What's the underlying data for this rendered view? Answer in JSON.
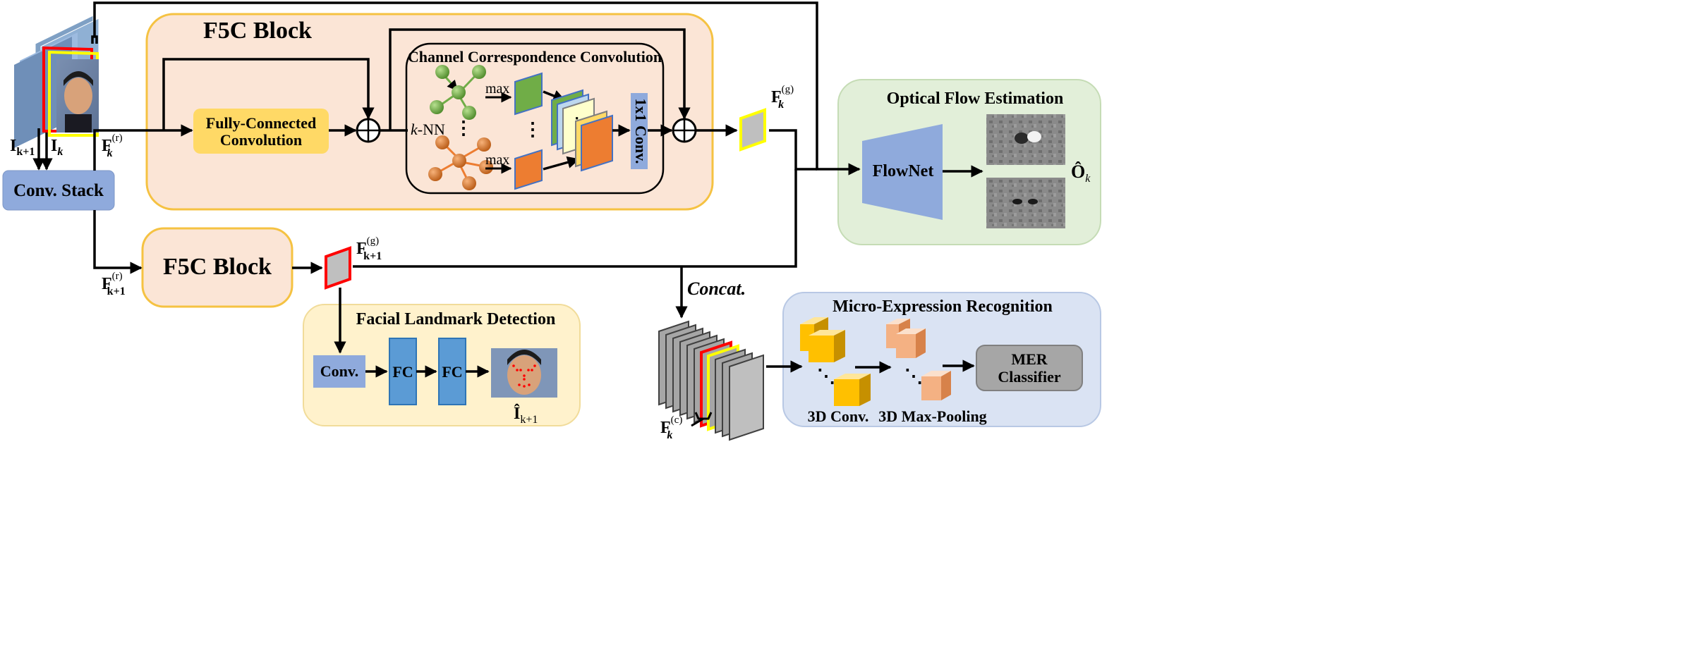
{
  "labels": {
    "f5c_top": "F5C Block",
    "f5c_bottom": "F5C Block",
    "fc_conv_line1": "Fully-Connected",
    "fc_conv_line2": "Convolution",
    "ccc_title": "Channel Correspondence Convolution",
    "max_top": "max",
    "max_bottom": "max",
    "knn": "-NN",
    "knn_k": "k",
    "conv1x1": "1x1 Conv.",
    "conv_stack": "Conv. Stack",
    "i_k1": "I",
    "i_k1_sub": "k+1",
    "i_k": "I",
    "i_k_sub": "k",
    "f_r": "F",
    "f_r_sub": "k",
    "f_r_sup": "(r)",
    "f_r1": "F",
    "f_r1_sub": "k+1",
    "f_r1_sup": "(r)",
    "f_g": "F",
    "f_g_sub": "k",
    "f_g_sup": "(g)",
    "f_g1": "F",
    "f_g1_sub": "k+1",
    "f_g1_sup": "(g)",
    "f_c": "F",
    "f_c_sub": "k",
    "f_c_sup": "(c)",
    "ofe_title": "Optical Flow Estimation",
    "flownet": "FlowNet",
    "o_hat": "Ô",
    "o_hat_sub": "k",
    "fld_title": "Facial Landmark Detection",
    "conv": "Conv.",
    "fc1": "FC",
    "fc2": "FC",
    "i_hat": "Î",
    "i_hat_sub": "k+1",
    "concat": "Concat.",
    "mer_title": "Micro-Expression Recognition",
    "conv3d": "3D Conv.",
    "maxpool3d": "3D Max-Pooling",
    "mer_cls_line1": "MER",
    "mer_cls_line2": "Classifier"
  },
  "colors": {
    "f5c_fill": "#fbe5d6",
    "f5c_border": "#f5c242",
    "ofe_fill": "#e2efd9",
    "fld_fill": "#fff2cc",
    "mer_fill": "#dae3f3",
    "blue_box": "#8faadc",
    "fc_blue": "#5b9bd5",
    "yellow_box": "#ffd966",
    "green_node": "#70ad47",
    "orange_node": "#ed7d31",
    "red": "#ff0000",
    "yellow_outline": "#ffff00"
  }
}
